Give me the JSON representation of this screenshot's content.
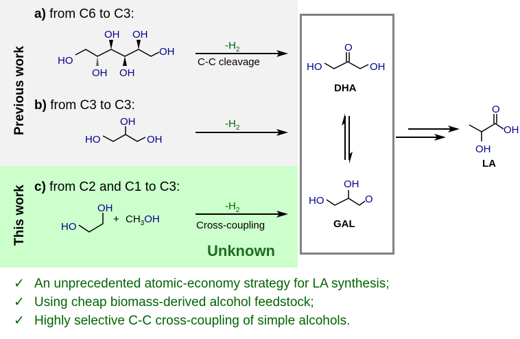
{
  "panels": {
    "previous_work_label": "Previous work",
    "this_work_label": "This work",
    "previous_bg": "#f2f2f2",
    "this_bg": "#ccffcc"
  },
  "sections": {
    "a": {
      "letter": "a)",
      "text": " from C6 to C3:",
      "condition_top": "-H",
      "condition_sub": "2",
      "condition_bottom": "C-C cleavage"
    },
    "b": {
      "letter": "b)",
      "text": " from C3 to C3:",
      "condition_top": "-H",
      "condition_sub": "2"
    },
    "c": {
      "letter": "c)",
      "text": " from C2 and C1 to C3:",
      "condition_top": "-H",
      "condition_sub": "2",
      "condition_bottom": "Cross-coupling",
      "status": "Unknown"
    }
  },
  "molecules": {
    "sorbitol": {
      "labels": [
        "HO",
        "OH",
        "OH",
        "OH",
        "OH",
        "OH"
      ]
    },
    "glycerol": {
      "labels": [
        "HO",
        "OH",
        "OH"
      ]
    },
    "ethylene_glycol": {
      "labels": [
        "HO",
        "OH"
      ]
    },
    "methanol": {
      "plus": "+",
      "prefix": "CH",
      "sub": "3",
      "suffix": "OH"
    },
    "dha": {
      "name": "DHA",
      "labels": [
        "HO",
        "O",
        "OH"
      ]
    },
    "gal": {
      "name": "GAL",
      "labels": [
        "HO",
        "OH",
        "O"
      ]
    },
    "la": {
      "name": "LA",
      "labels": [
        "O",
        "OH",
        "OH"
      ]
    }
  },
  "bullets": {
    "check": "✓",
    "items": [
      "An unprecedented  atomic-economy strategy for LA synthesis;",
      "Using cheap biomass-derived alcohol feedstock;",
      "Highly selective C-C cross-coupling of simple alcohols."
    ]
  },
  "colors": {
    "atom_blue": "#00008b",
    "green_text": "#006400",
    "box_gray": "#808080"
  }
}
